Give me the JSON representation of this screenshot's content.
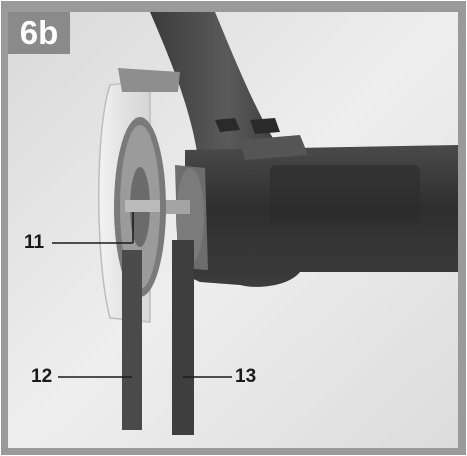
{
  "figure": {
    "badge_label": "6b",
    "callouts": [
      {
        "label": "11"
      },
      {
        "label": "12"
      },
      {
        "label": "13"
      }
    ],
    "colors": {
      "background": "#e8e8e8",
      "badge": "#8a8a8a",
      "tool_body": "#3a3a3a",
      "frame": "#9a9a9a"
    }
  }
}
